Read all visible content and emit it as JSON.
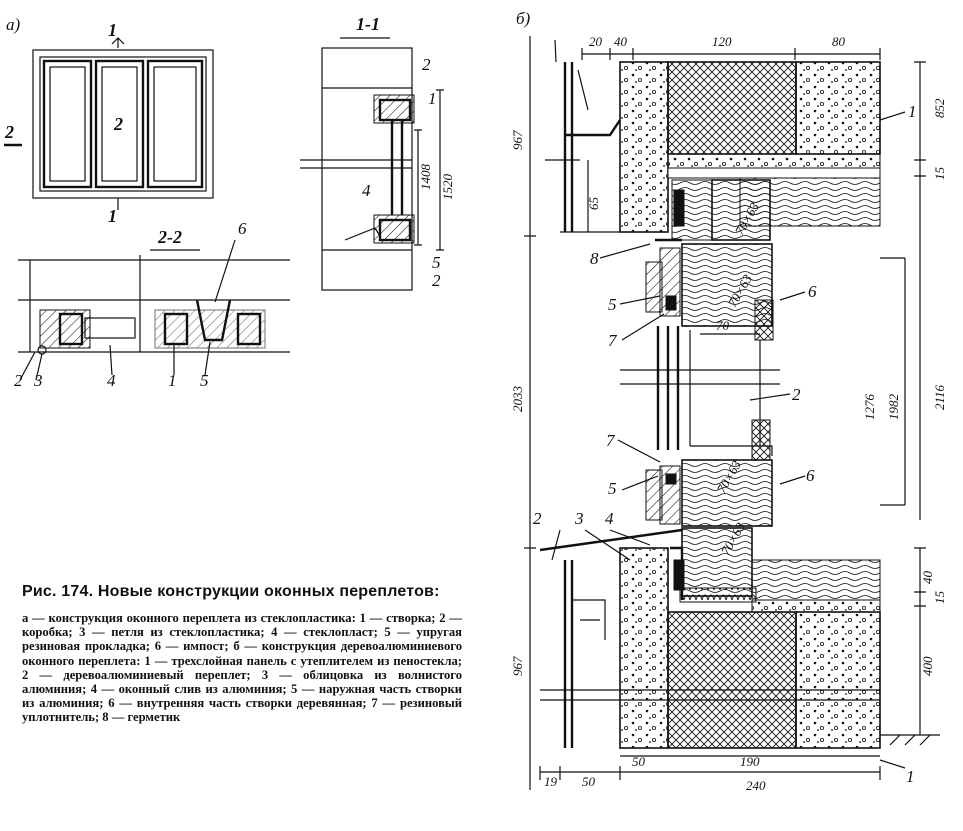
{
  "figure": {
    "panel_a_letter": "а)",
    "panel_b_letter": "б)",
    "section_1_1": "1-1",
    "section_2_2": "2-2",
    "cut_mark_1": "1",
    "cut_mark_2": "2",
    "callouts": {
      "c1": "1",
      "c2": "2",
      "c3": "3",
      "c4": "4",
      "c5": "5",
      "c6": "6",
      "c7": "7",
      "c8": "8"
    },
    "dimensions": {
      "d20": "20",
      "d40": "40",
      "d120": "120",
      "d80": "80",
      "d852": "852",
      "d967": "967",
      "d65": "65",
      "d15": "15",
      "d70x63": "70×63",
      "d70": "70",
      "d2033": "2033",
      "d1276": "1276",
      "d1982": "1982",
      "d2116": "2116",
      "d400": "400",
      "d19": "19",
      "d50": "50",
      "d240": "240",
      "d190": "190",
      "d1408": "1408",
      "d1520": "1520"
    }
  },
  "caption": {
    "title": "Рис. 174. Новые конструкции оконных переплетов:",
    "body": "а — конструкция оконного переплета из стеклопластика: 1 — створка; 2 — коробка; 3 — петля из стеклопластика; 4 — стеклопласт; 5 — упругая резиновая прокладка; 6 — импост; б — конструкция деревоалюминиевого оконного переплета: 1 — трехслойная панель с утеплителем из пеностекла; 2 — деревоалюминиевый переплет; 3 — облицовка из волнистого алюминия; 4 — оконный слив из алюминия; 5 — наружная часть створки из алюминия; 6 — внутренняя часть створки деревянная; 7 — резиновый уплотнитель; 8 — герметик"
  }
}
